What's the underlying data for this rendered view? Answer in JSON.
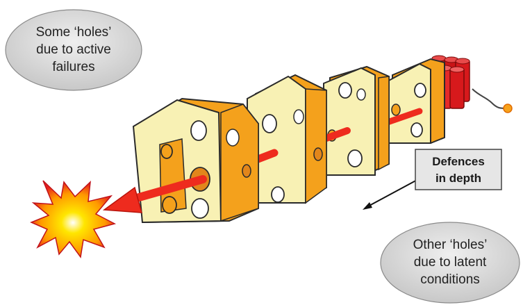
{
  "callouts": {
    "active_failures": [
      "Some ‘holes’",
      "due to active",
      "failures"
    ],
    "latent_conditions": [
      "Other ‘holes’",
      "due to latent",
      "conditions"
    ],
    "defences": [
      "Defences",
      "in depth"
    ]
  },
  "colors": {
    "cheese_face": "#F8F1B4",
    "cheese_side": "#F4A11C",
    "cheese_dark": "#E2861B",
    "outline": "#2a2a2a",
    "arrow": "#EE2B1E",
    "dynamite": "#D7191C",
    "ellipse_fill": "#D9D9D9",
    "box_fill": "#E6E6E6",
    "explosion_outer": "#E61E1E",
    "explosion_inner": "#FFD400"
  }
}
